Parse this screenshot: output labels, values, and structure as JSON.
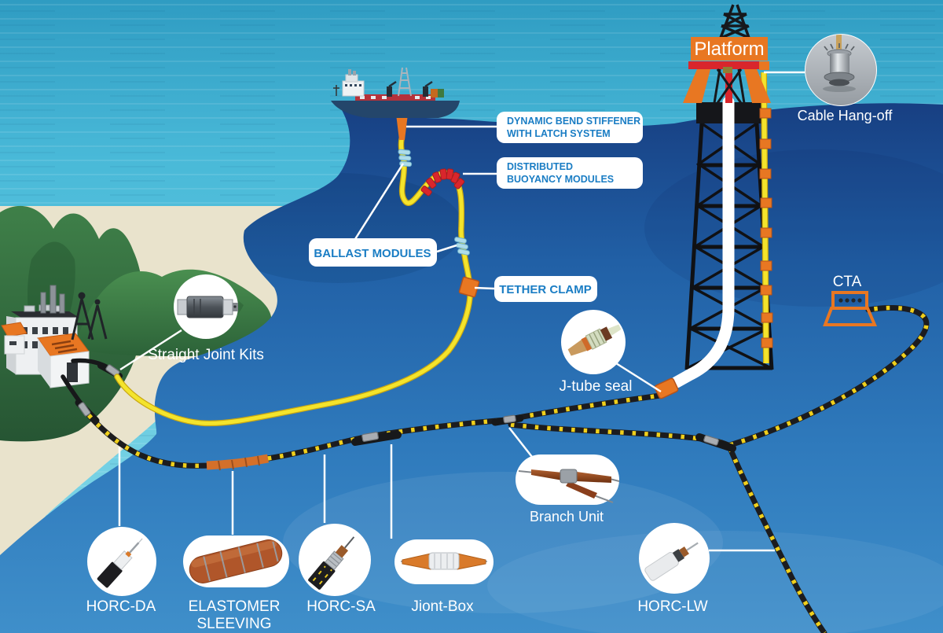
{
  "title": "Submarine cable system overview diagram",
  "labels": {
    "platform": "Platform",
    "cable_hangoff": "Cable Hang-off",
    "dynamic_bend_stiffener_line1": "DYNAMIC BEND STIFFENER",
    "dynamic_bend_stiffener_line2": "WITH LATCH SYSTEM",
    "distributed_buoyancy_line1": "DISTRIBUTED",
    "distributed_buoyancy_line2": "BUOYANCY MODULES",
    "ballast_modules": "BALLAST MODULES",
    "tether_clamp": "TETHER CLAMP",
    "straight_joint_kits": "Straight Joint Kits",
    "j_tube_seal": "J-tube seal",
    "cta": "CTA",
    "branch_unit": "Branch Unit",
    "horc_da": "HORC-DA",
    "elastomer_sleeving_line1": "ELASTOMER",
    "elastomer_sleeving_line2": "SLEEVING",
    "horc_sa": "HORC-SA",
    "joint_box": "Jiont-Box",
    "horc_lw": "HORC-LW"
  },
  "colors": {
    "orange": "#e87722",
    "red": "#d9262c",
    "callout_blue": "#1a7dc4",
    "cable_yellow": "#f4e42c",
    "stripe_yellow": "#f0d01c",
    "deep_sea_top": "#173f82",
    "deep_sea_bottom": "#3f8fca",
    "surface_sea": "#49b9d8",
    "white": "#ffffff"
  }
}
